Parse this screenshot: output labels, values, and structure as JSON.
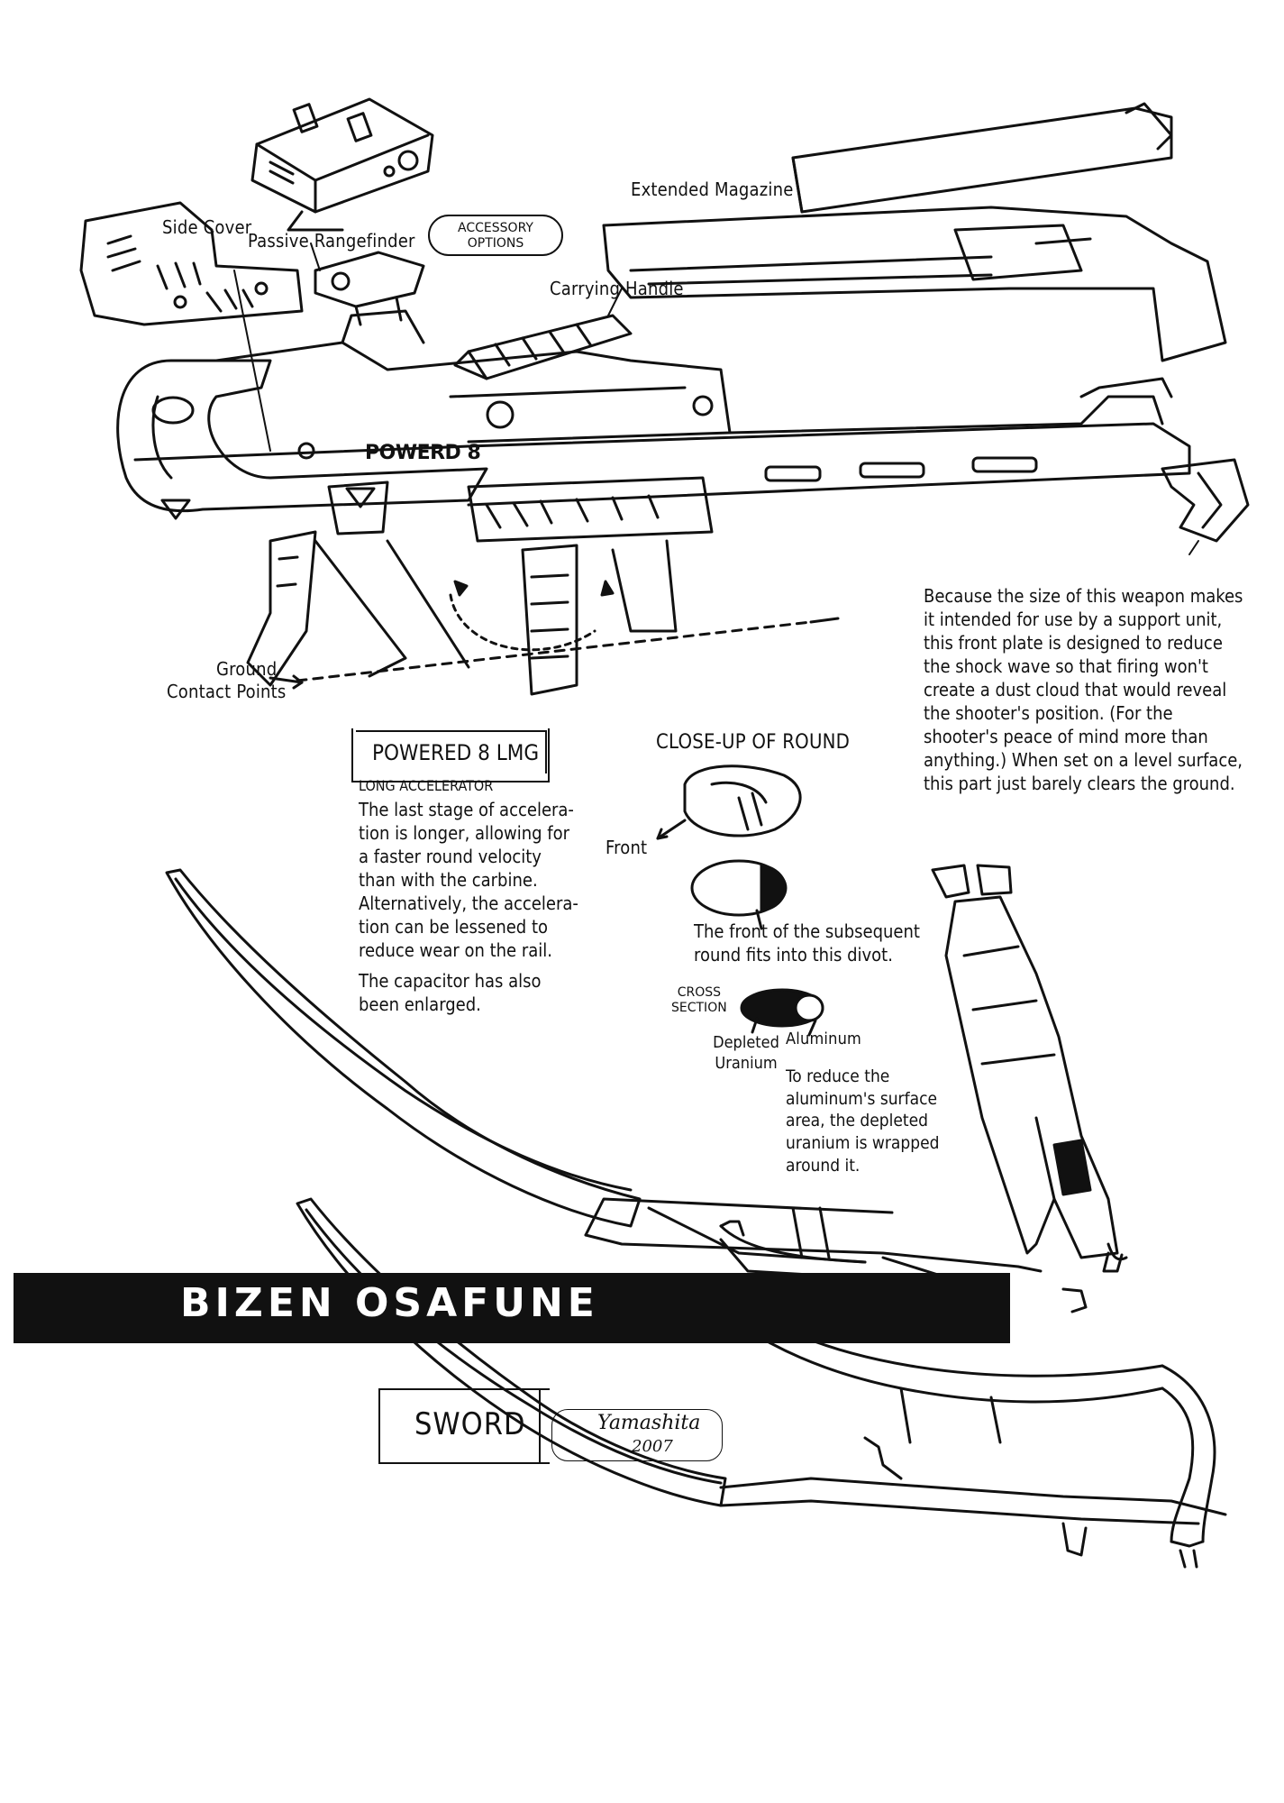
{
  "labels": {
    "side_cover": "Side Cover",
    "passive_rangefinder": "Passive Rangefinder",
    "accessory_options_line1": "ACCESSORY",
    "accessory_options_line2": "OPTIONS",
    "carrying_handle": "Carrying Handle",
    "extended_magazine": "Extended Magazine",
    "ground_line1": "Ground",
    "ground_line2": "Contact Points",
    "gun_marking": "POWERD 8"
  },
  "front_plate_note": "Because the size of this weapon makes\nit intended for use by a support unit,\nthis front plate is designed to reduce\nthe shock wave so that firing won't\ncreate a dust cloud that would reveal\nthe shooter's position. (For the\nshooter's peace of mind more than\nanything.) When set on a level surface,\nthis part just barely clears the ground.",
  "weapon": {
    "title": "POWERED 8 LMG",
    "subtitle": "LONG ACCELERATOR",
    "paragraph1": "The last stage of accelera-\ntion is longer, allowing for\na faster round velocity\nthan with the carbine.\nAlternatively, the accelera-\ntion can be lessened to\nreduce wear on the rail.",
    "paragraph2": "The capacitor has also\nbeen enlarged."
  },
  "round": {
    "title": "CLOSE-UP OF ROUND",
    "front": "Front",
    "divot_note": "The front of the subsequent\nround fits into this divot.",
    "cross_section_line1": "CROSS",
    "cross_section_line2": "SECTION",
    "depleted_uranium": "Depleted\nUranium",
    "aluminum": "Aluminum",
    "wrap_note": "To reduce the\naluminum's surface\narea, the depleted\nuranium is wrapped\naround it."
  },
  "sword": {
    "banner": "BIZEN OSAFUNE",
    "label": "SWORD"
  },
  "signature": {
    "name": "Yamashita",
    "year": "2007"
  }
}
